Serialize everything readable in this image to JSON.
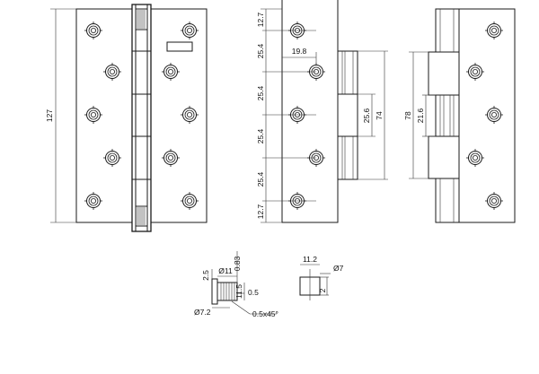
{
  "dimensions": {
    "front_height": "127",
    "side_top_edge": "12.7",
    "side_pitch_1": "25.4",
    "side_pitch_2": "25.4",
    "side_pitch_3": "25.4",
    "side_pitch_4": "25.4",
    "side_bottom_edge": "12.7",
    "side_hole_offset": "19.8",
    "side_knuckle_inner": "25.6",
    "side_knuckle_outer": "74",
    "back_knuckle_outer": "78",
    "back_knuckle_inner": "21.6"
  },
  "pin_detail": {
    "head_height": "2.5",
    "head_diameter": "Ø11",
    "head_thickness": "0.83",
    "shank_length": "11.5",
    "step": "0.5",
    "shank_diameter": "Ø7.2",
    "chamfer": "0.5x45°"
  },
  "washer_detail": {
    "outer": "11.2",
    "bore": "Ø7",
    "thickness": "2"
  }
}
